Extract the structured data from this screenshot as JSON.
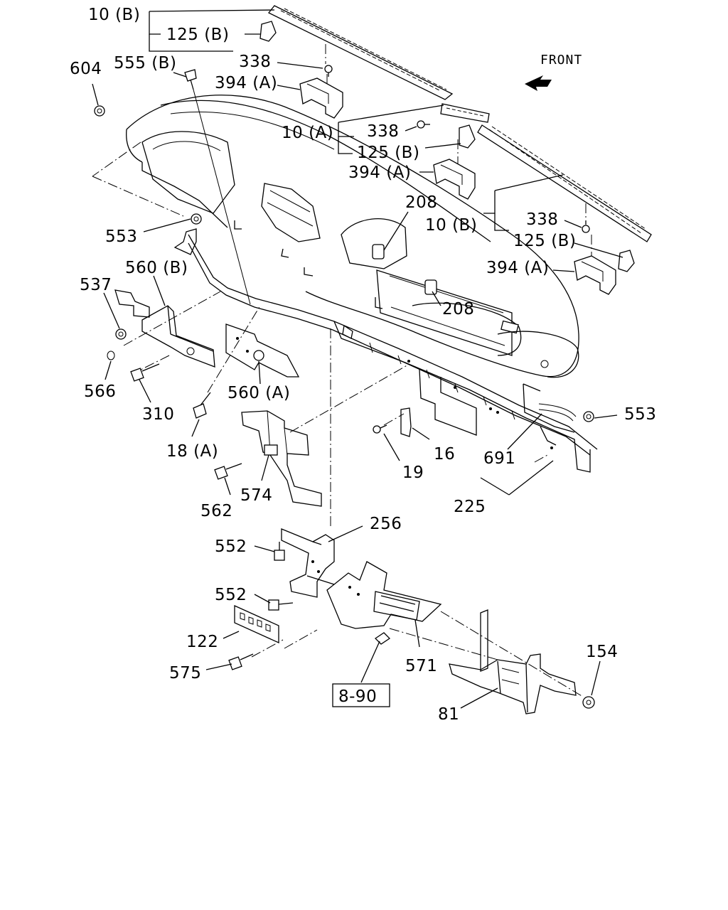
{
  "front_label": "FRONT",
  "labels": {
    "l10b_top": "10 (B)",
    "l125b_top": "125 (B)",
    "l338_top": "338",
    "l394a_top": "394 (A)",
    "l604": "604",
    "l555b": "555 (B)",
    "l10a": "10 (A)",
    "l338_mid": "338",
    "l125b_mid": "125 (B)",
    "l394a_mid": "394 (A)",
    "l208_a": "208",
    "l10b_right": "10 (B)",
    "l338_right": "338",
    "l125b_right": "125 (B)",
    "l394a_right": "394 (A)",
    "l208_b": "208",
    "l553_left": "553",
    "l560b": "560 (B)",
    "l537": "537",
    "l566": "566",
    "l310": "310",
    "l560a": "560 (A)",
    "l18a": "18 (A)",
    "l553_right": "553",
    "l16": "16",
    "l19": "19",
    "l691": "691",
    "l225": "225",
    "l562": "562",
    "l574": "574",
    "l256": "256",
    "l552_top": "552",
    "l552_bot": "552",
    "l122": "122",
    "l575": "575",
    "l571": "571",
    "l154": "154",
    "l81": "81",
    "l890": "8-90"
  }
}
